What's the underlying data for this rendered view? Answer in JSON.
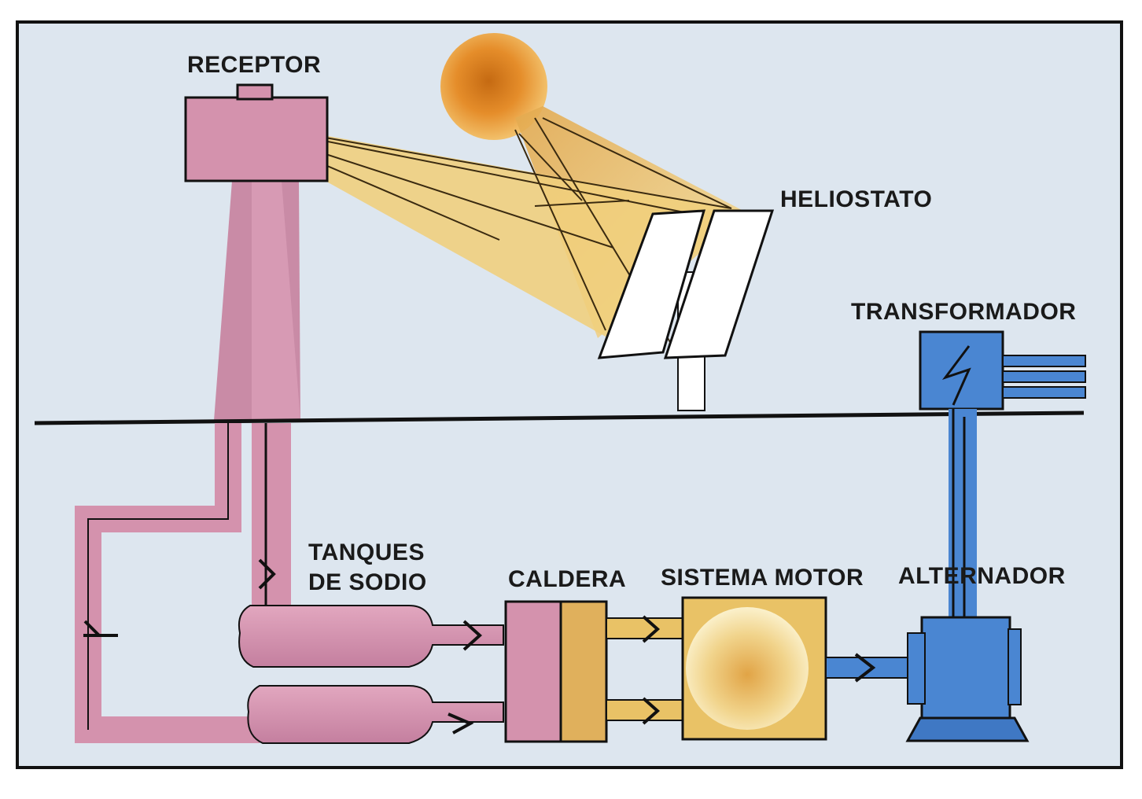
{
  "labels": {
    "receptor": "RECEPTOR",
    "heliostato": "HELIOSTATO",
    "transformador": "TRANSFORMADOR",
    "tanques_line1": "TANQUES",
    "tanques_line2": "DE SODIO",
    "caldera": "CALDERA",
    "sistema_motor": "SISTEMA MOTOR",
    "alternador": "ALTERNADOR"
  },
  "colors": {
    "background": "#dde6ef",
    "sodium_pink": "#d492ad",
    "sodium_dark": "#b97695",
    "heat_yellow": "#e9c266",
    "heat_dark": "#c99a3c",
    "electric_blue": "#4a86d2",
    "electric_dark": "#2f63ae",
    "sun": "#e08a24",
    "mirror": "#ffffff",
    "outline": "#111111"
  }
}
